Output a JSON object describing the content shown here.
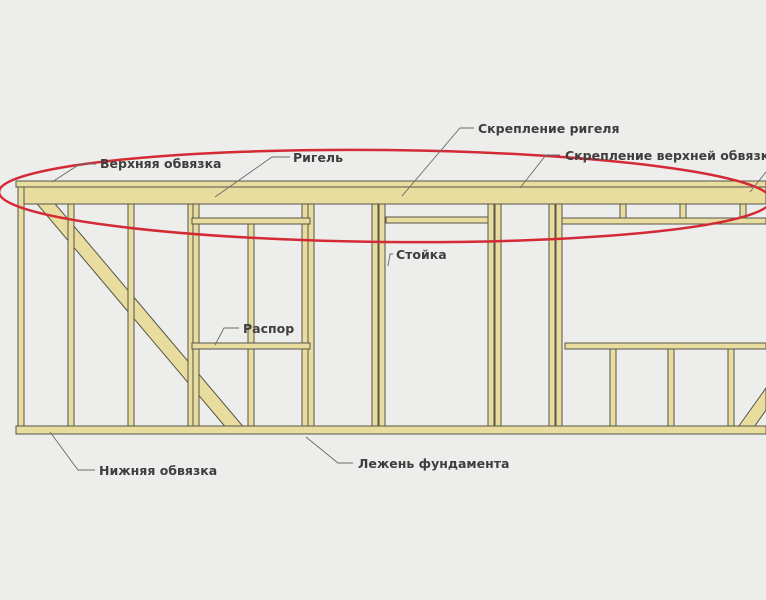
{
  "labels": {
    "top_plate": "Верхняя обвязка",
    "header": "Ригель",
    "header_fastening": "Скрепление ригеля",
    "top_plate_fastening": "Скрепление верхней обвязки",
    "stud": "Стойка",
    "spacer": "Распор",
    "bottom_plate": "Нижняя обвязка",
    "foundation_sill": "Лежень фундамента"
  },
  "colors": {
    "wood": "#e8dc9e",
    "outline": "#55554a",
    "highlight": "#d42a36",
    "background": "#ededeb"
  }
}
